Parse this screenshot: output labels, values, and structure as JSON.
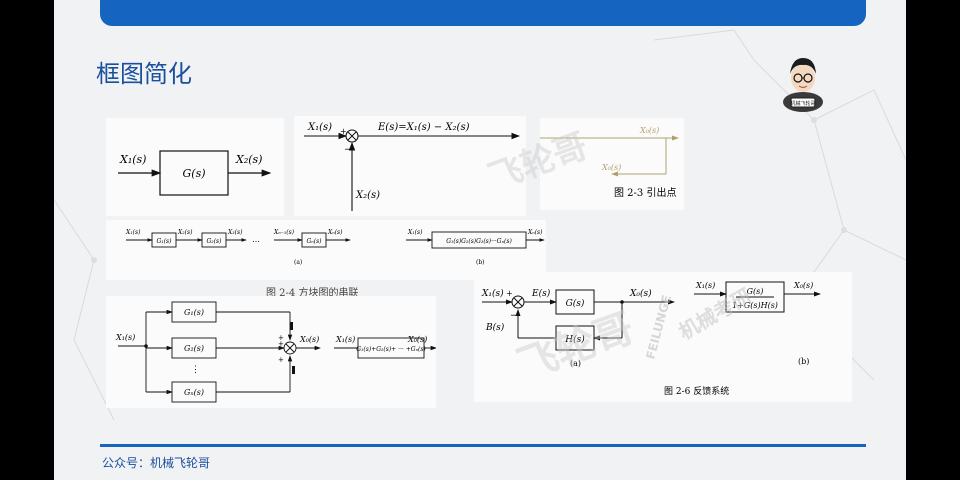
{
  "title": "框图简化",
  "footer": "公众号：机械飞轮哥",
  "mascot_label": "机械飞轮哥",
  "watermark": {
    "text": "飞轮哥",
    "brand": "FEILUNGE",
    "side": "机械考研"
  },
  "fig_single": {
    "input": "X₁(s)",
    "block": "G(s)",
    "output": "X₂(s)"
  },
  "fig_summing": {
    "x1": "X₁(s)",
    "plus": "+",
    "minus": "−",
    "x2": "X₂(s)",
    "e": "E(s)=X₁(s) − X₂(s)"
  },
  "fig_2_3": {
    "caption": "图 2-3   引出点",
    "xa": "X₀(s)",
    "xb": "X₀(s)"
  },
  "fig_2_4": {
    "caption": "图 2-4  方块图的串联",
    "a_label": "(a)",
    "b_label": "(b)",
    "a_in": "X₁(s)",
    "a_x2": "X₂(s)",
    "a_x3": "X₃(s)",
    "a_dots": "…",
    "a_xn1": "Xₙ₋₁(s)",
    "a_out": "Xₙ(s)",
    "a_blocks": [
      "G₁(s)",
      "G₂(s)",
      "Gₙ(s)"
    ],
    "b_in": "X₁(s)",
    "b_block": "G₁(s)G₂(s)G₃(s)···Gₙ(s)",
    "b_out": "Xₙ(s)"
  },
  "fig_parallel": {
    "input": "X₁(s)",
    "blocks": [
      "G₁(s)",
      "G₂(s)",
      "Gₙ(s)"
    ],
    "output": "X₀(s)",
    "eq_in": "X₁(s)",
    "eq_block": "G₁(s)+G₂(s)+ ··· +Gₙ(s)",
    "eq_out": "X₀(s)",
    "plus": "+"
  },
  "fig_2_6": {
    "caption": "图 2-6  反馈系统",
    "a_label": "(a)",
    "b_label": "(b)",
    "input": "X₁(s)",
    "plus": "+",
    "minus": "−",
    "e": "E(s)",
    "g": "G(s)",
    "output": "X₀(s)",
    "b": "B(s)",
    "h": "H(s)",
    "b_in": "X₁(s)",
    "b_num": "G(s)",
    "b_den": "1+G(s)H(s)",
    "b_out": "X₀(s)"
  }
}
